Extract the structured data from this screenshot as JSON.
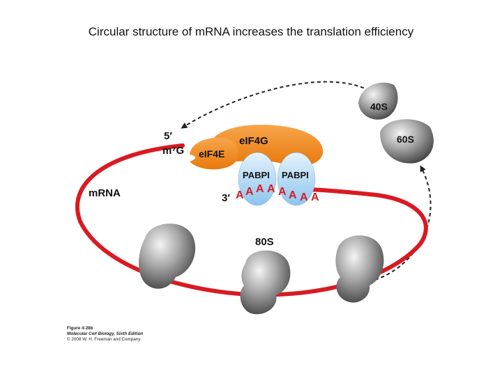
{
  "title": "Circular structure of mRNA increases the translation efficiency",
  "diagram": {
    "labels": {
      "five_prime": "5′",
      "cap": "m⁷G",
      "eif4e": "eIF4E",
      "eif4g": "eIF4G",
      "pabp_left": "PABPI",
      "pabp_right": "PABPI",
      "three_prime": "3′",
      "poly_a": [
        "A",
        "A",
        "A",
        "A",
        "A",
        "A",
        "A",
        "A"
      ],
      "mrna": "mRNA",
      "subunit_40s": "40S",
      "subunit_60s": "60S",
      "ribosome_80s": "80S"
    },
    "colors": {
      "mrna_strand": "#d91a22",
      "eif4_orange": "#f08a1e",
      "pabp_blue": "#a9d3f2",
      "ribosome_gray": "#8d8d8d",
      "arrow": "#222222"
    }
  },
  "caption": {
    "figure": "Figure 4-28b",
    "book": "Molecular Cell Biology, Sixth Edition",
    "copyright": "© 2008 W. H. Freeman and Company"
  }
}
